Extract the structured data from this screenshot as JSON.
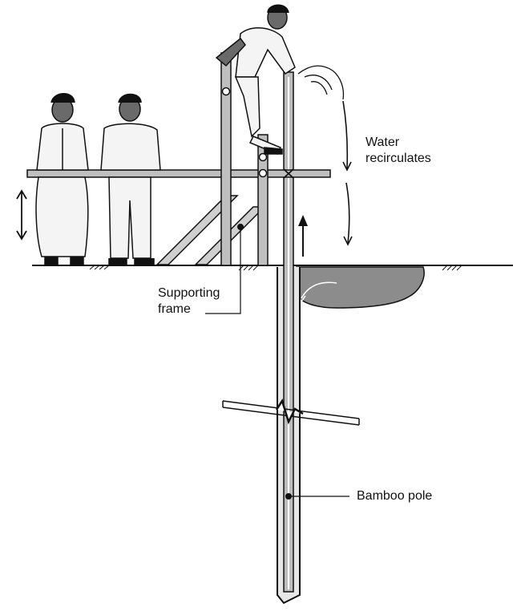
{
  "labels": {
    "water_line1": "Water",
    "water_line2": "recirculates",
    "frame_line1": "Supporting",
    "frame_line2": "frame",
    "pole": "Bamboo pole"
  },
  "colors": {
    "ink": "#111111",
    "ground_fill": "#8c8c8c",
    "pole_fill": "#bdbdbd",
    "frame_fill": "#bfbfbf",
    "skin": "#6a6a6a"
  }
}
